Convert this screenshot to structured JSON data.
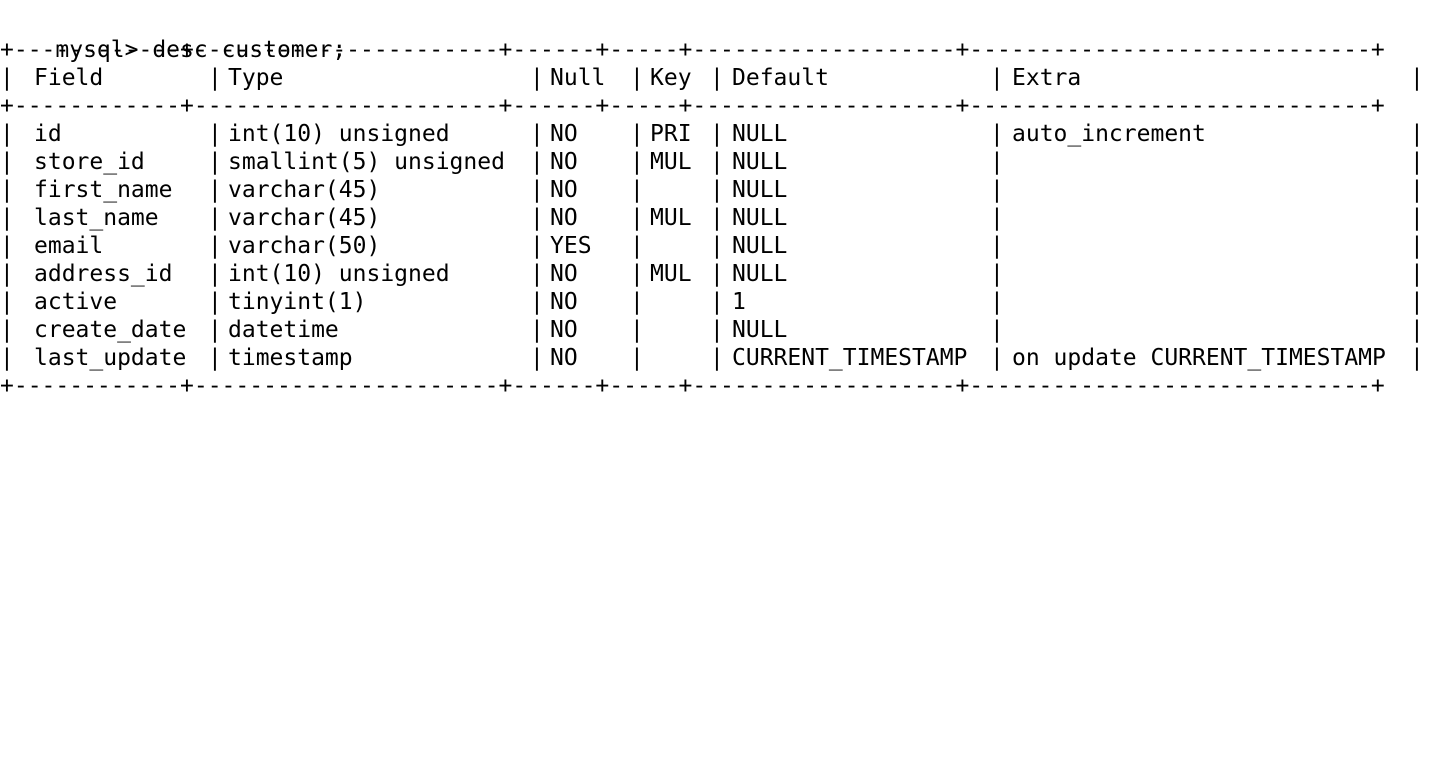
{
  "terminal": {
    "prompt": "mysql> ",
    "command": "desc customer;",
    "border_line": "+------------+----------------------+------+-----+-------------------+-----------------------------+",
    "header": {
      "field": "Field",
      "type": "Type",
      "null": "Null",
      "key": "Key",
      "default": "Default",
      "extra": "Extra"
    },
    "rows": [
      {
        "field": "id",
        "type": "int(10) unsigned",
        "null": "NO",
        "key": "PRI",
        "default": "NULL",
        "extra": "auto_increment"
      },
      {
        "field": "store_id",
        "type": "smallint(5) unsigned",
        "null": "NO",
        "key": "MUL",
        "default": "NULL",
        "extra": ""
      },
      {
        "field": "first_name",
        "type": "varchar(45)",
        "null": "NO",
        "key": "",
        "default": "NULL",
        "extra": ""
      },
      {
        "field": "last_name",
        "type": "varchar(45)",
        "null": "NO",
        "key": "MUL",
        "default": "NULL",
        "extra": ""
      },
      {
        "field": "email",
        "type": "varchar(50)",
        "null": "YES",
        "key": "",
        "default": "NULL",
        "extra": ""
      },
      {
        "field": "address_id",
        "type": "int(10) unsigned",
        "null": "NO",
        "key": "MUL",
        "default": "NULL",
        "extra": ""
      },
      {
        "field": "active",
        "type": "tinyint(1)",
        "null": "NO",
        "key": "",
        "default": "1",
        "extra": ""
      },
      {
        "field": "create_date",
        "type": "datetime",
        "null": "NO",
        "key": "",
        "default": "NULL",
        "extra": ""
      },
      {
        "field": "last_update",
        "type": "timestamp",
        "null": "NO",
        "key": "",
        "default": "CURRENT_TIMESTAMP",
        "extra": "on update CURRENT_TIMESTAMP"
      }
    ]
  }
}
